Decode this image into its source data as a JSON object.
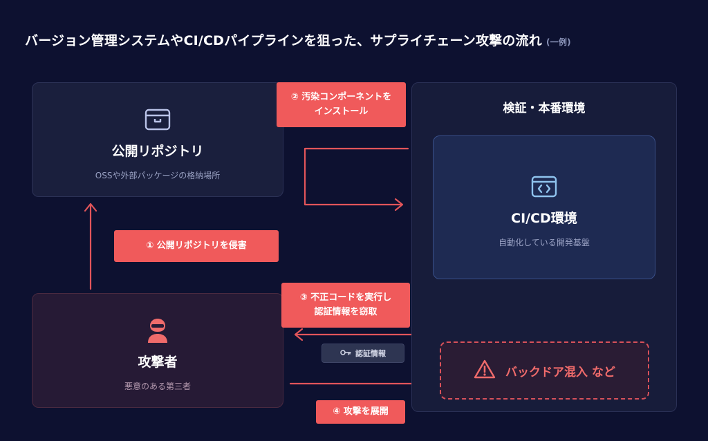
{
  "title": {
    "main": "バージョン管理システムやCI/CDパイプラインを狙った、サプライチェーン攻撃の流れ",
    "sub": "(一例)"
  },
  "nodes": {
    "repo": {
      "title": "公開リポジトリ",
      "desc": "OSSや外部パッケージの格納場所",
      "icon": "package-box-icon"
    },
    "attacker": {
      "title": "攻撃者",
      "desc": "悪意のある第三者",
      "icon": "hooded-person-icon"
    },
    "environment": {
      "title": "検証・本番環境"
    },
    "cicd": {
      "title": "CI/CD環境",
      "desc": "自動化している開発基盤",
      "icon": "code-window-icon"
    },
    "backdoor": {
      "label": "バックドア混入 など",
      "icon": "warning-triangle-icon"
    }
  },
  "steps": {
    "step1": {
      "line1": "① 公開リポジトリを侵害"
    },
    "step2": {
      "line1": "② 汚染コンポーネントを",
      "line2": "インストール"
    },
    "step3": {
      "line1": "③ 不正コードを実行し",
      "line2": "認証情報を窃取"
    },
    "step4": {
      "line1": "④ 攻撃を展開"
    }
  },
  "token": {
    "label": "認証情報",
    "icon": "key-icon"
  },
  "colors": {
    "background": "#0d1130",
    "accent": "#f05a5b",
    "arrow": "#e2555a",
    "icon_blue": "#8fc3ee"
  }
}
